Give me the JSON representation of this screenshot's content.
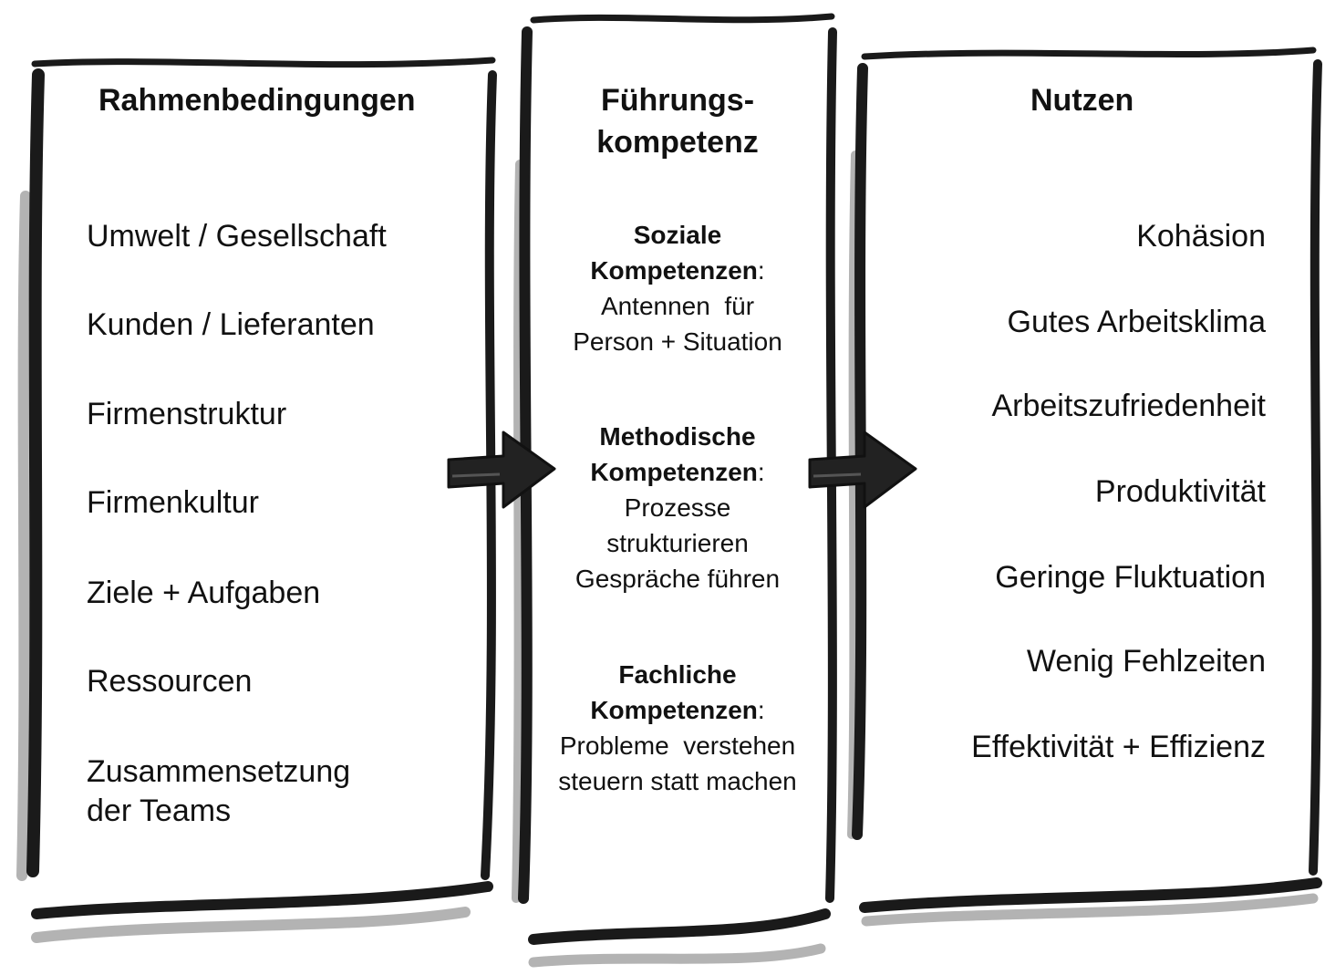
{
  "columns": {
    "left": {
      "title": "Rahmenbedingungen",
      "items": [
        "Umwelt / Gesellschaft",
        "Kunden / Lieferanten",
        "Firmenstruktur",
        "Firmenkultur",
        "Ziele + Aufgaben",
        "Ressourcen",
        "Zusammensetzung",
        "der Teams"
      ]
    },
    "middle": {
      "title_line1": "Führungs-",
      "title_line2": "kompetenz",
      "groups": [
        {
          "heading1": "Soziale",
          "heading2": "Kompetenzen",
          "colon": ":",
          "lines": [
            "Antennen  für",
            "Person + Situation"
          ]
        },
        {
          "heading1": "Methodische",
          "heading2": "Kompetenzen",
          "colon": ":",
          "lines": [
            "Prozesse",
            "strukturieren",
            "Gespräche führen"
          ]
        },
        {
          "heading1": "Fachliche",
          "heading2": "Kompetenzen",
          "colon": ":",
          "lines": [
            "Probleme  verstehen",
            "steuern statt machen"
          ]
        }
      ]
    },
    "right": {
      "title": "Nutzen",
      "items": [
        "Kohäsion",
        "Gutes Arbeitsklima",
        "Arbeitszufriedenheit",
        "Produktivität",
        "Geringe Fluktuation",
        "Wenig Fehlzeiten",
        "Effektivität + Effizienz"
      ]
    }
  },
  "colors": {
    "ink": "#1a1a1a",
    "shadow": "#b3b3b3",
    "arrow": "#222222"
  }
}
